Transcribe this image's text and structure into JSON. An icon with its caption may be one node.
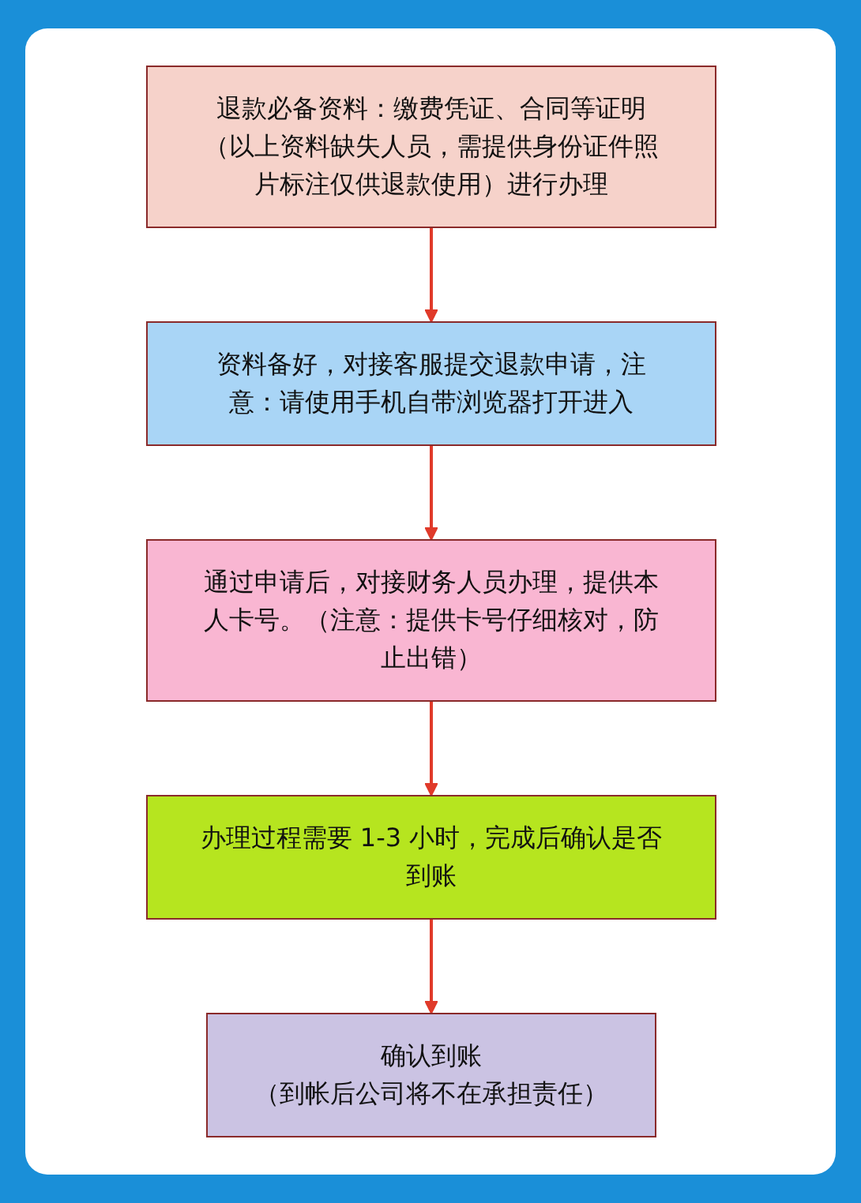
{
  "diagram": {
    "nodes": [
      {
        "text": [
          "退款必备资料：缴费凭证、合同等证明（以上资料缺失人员，需提供身份证件照片标注仅供退款使用）进行办理"
        ]
      },
      {
        "text": [
          "资料备好，对接客服提交退款申请，注意：请使用手机自带浏览器打开进入"
        ]
      },
      {
        "text": [
          "通过申请后，对接财务人员办理，提供本人卡号。（注意：提供卡号仔细核对，防止出错）"
        ]
      },
      {
        "text": [
          "办理过程需要 1-3 小时，完成后确认是否到账"
        ]
      },
      {
        "text": [
          "确认到账",
          "（到帐后公司将不在承担责任）"
        ]
      }
    ],
    "edges": [
      {
        "from": 0,
        "to": 1,
        "arrow": "to"
      },
      {
        "from": 1,
        "to": 2,
        "arrow": "to"
      },
      {
        "from": 2,
        "to": 3,
        "arrow": "to"
      },
      {
        "from": 3,
        "to": 4,
        "arrow": "to"
      }
    ]
  }
}
